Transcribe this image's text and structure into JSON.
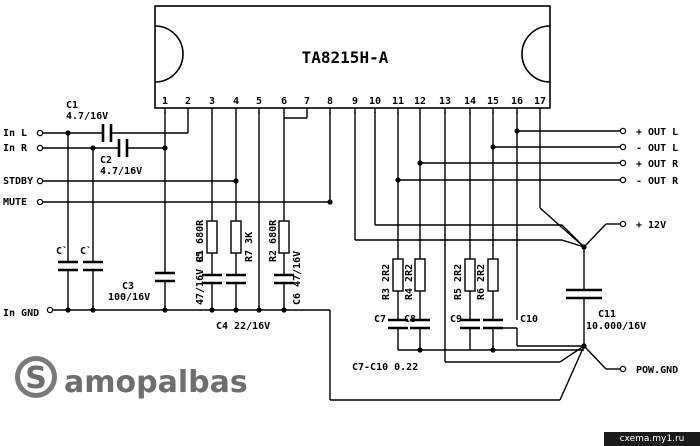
{
  "ic": {
    "name": "TA8215H-A",
    "pins": [
      "1",
      "2",
      "3",
      "4",
      "5",
      "6",
      "7",
      "8",
      "9",
      "10",
      "11",
      "12",
      "13",
      "14",
      "15",
      "16",
      "17"
    ]
  },
  "inputs": {
    "in_l": "In L",
    "in_r": "In R",
    "stdby": "STDBY",
    "mute": "MUTE",
    "in_gnd": "In GND"
  },
  "outputs": {
    "out_l_plus": "+ OUT L",
    "out_l_minus": "- OUT L",
    "out_r_plus": "+ OUT R",
    "out_r_minus": "- OUT R",
    "supply": "+ 12V",
    "pow_gnd": "POW.GND"
  },
  "components": {
    "c1_name": "C1",
    "c1_value": "4.7/16V",
    "c2_name": "C2",
    "c2_value": "4.7/16V",
    "c_prime_1": "C`",
    "c_prime_2": "C`",
    "c3_name": "C3",
    "c3_value": "100/16V",
    "r1_label": "R1 680R",
    "r7_label": "R7 3K",
    "r2_label": "R2 680R",
    "c5_label": "47/16V C5",
    "c6_label": "C6 47/16V",
    "c4_label": "C4 22/16V",
    "r3_label": "R3 2R2",
    "r4_label": "R4 2R2",
    "r5_label": "R5 2R2",
    "r6_label": "R6 2R2",
    "c7": "C7",
    "c8": "C8",
    "c9": "C9",
    "c10": "C10",
    "c7_c10_label": "C7-C10  0.22",
    "c11_name": "C11",
    "c11_value": "10.000/16V"
  },
  "branding": {
    "logo_letter": "S",
    "logo_text": "amopalbas",
    "credit": "cxema.my1.ru"
  }
}
